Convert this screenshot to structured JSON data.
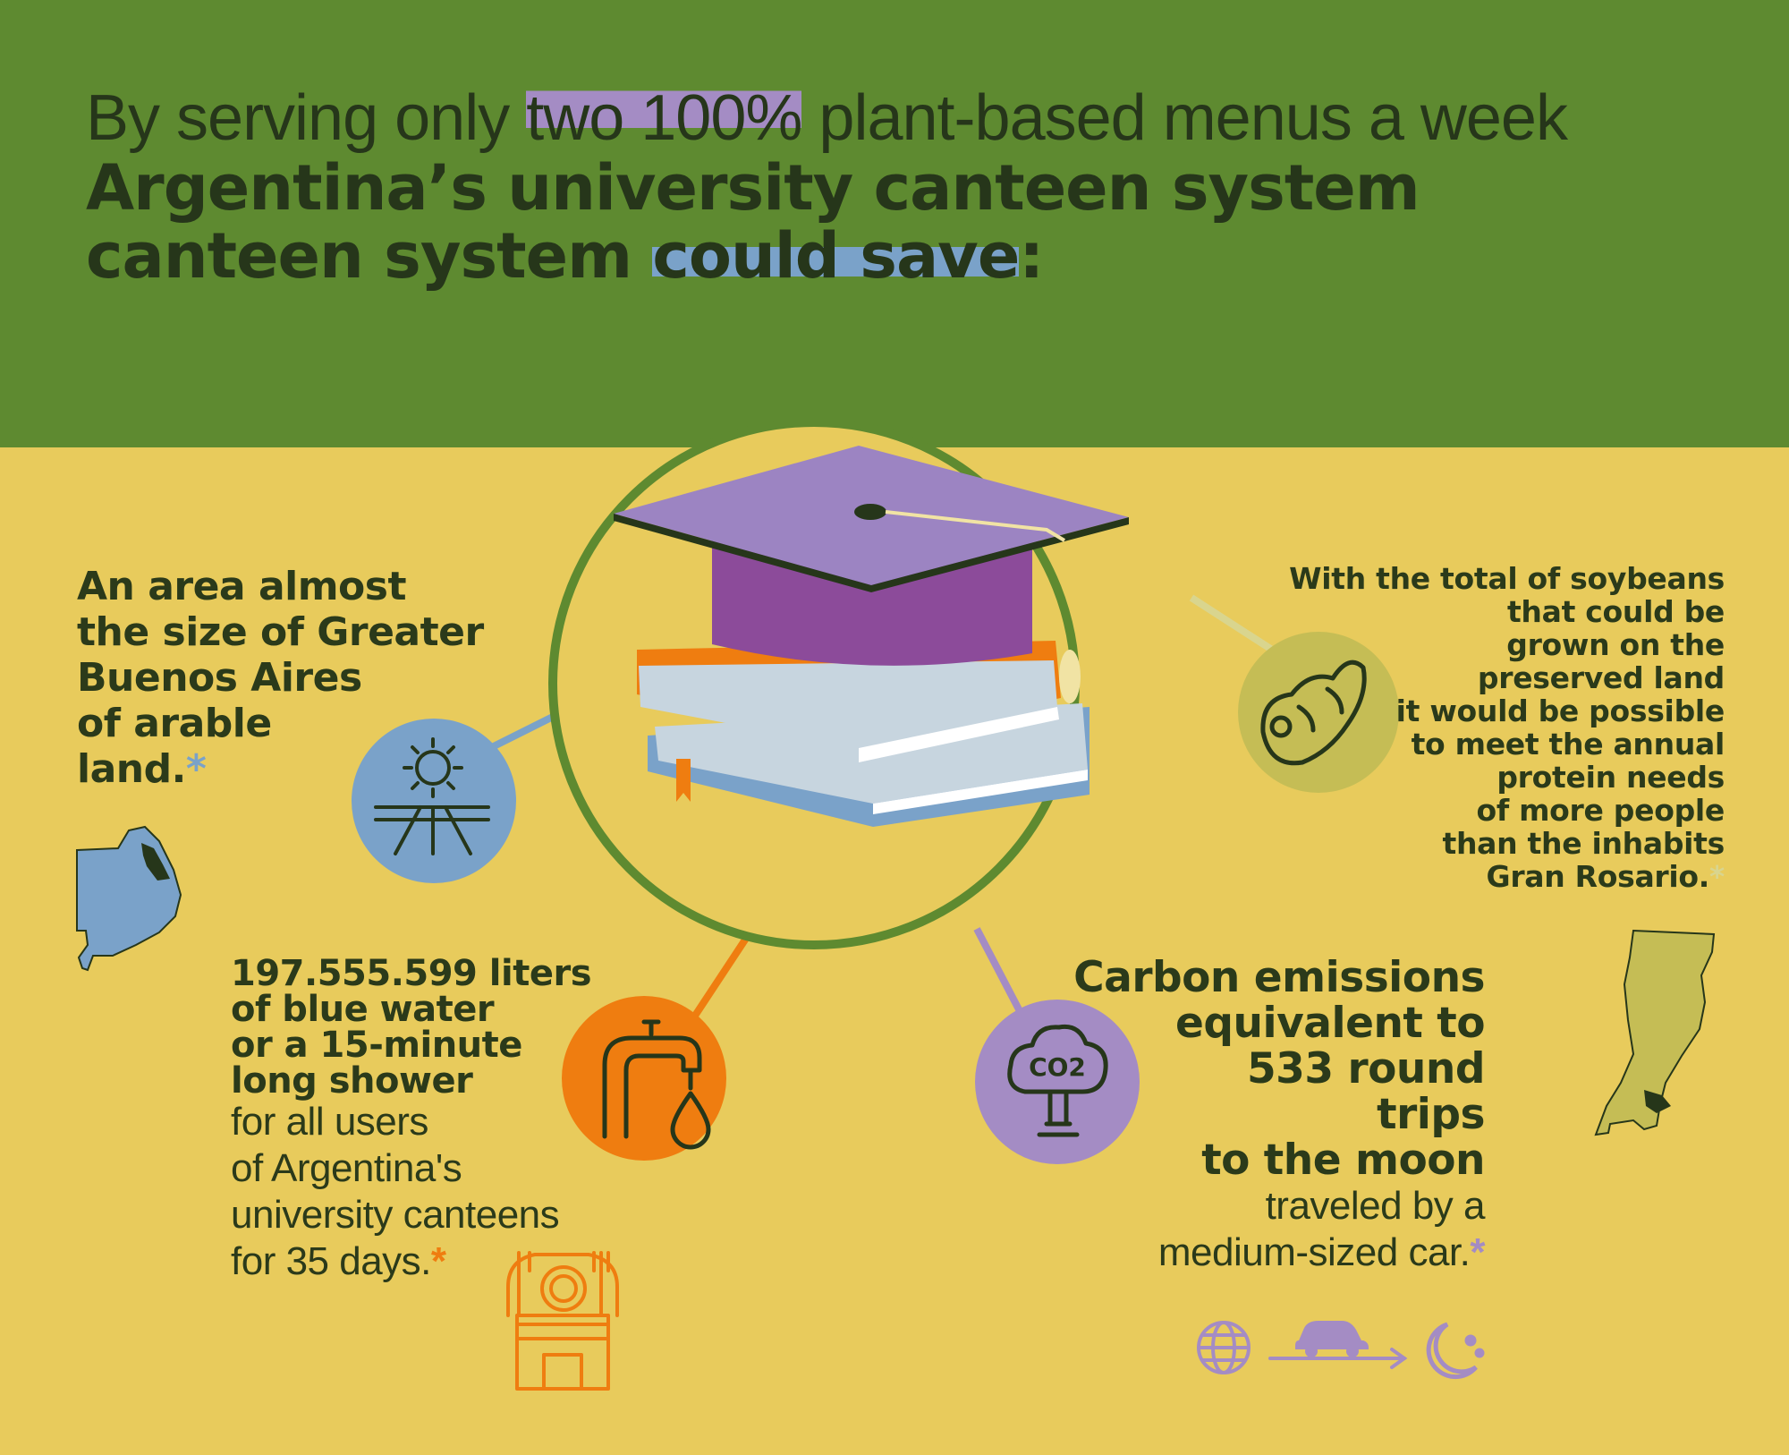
{
  "colors": {
    "background": "#e8cb5c",
    "top_band": "#5e8a30",
    "dark_text": "#26361a",
    "purple": "#a48cc4",
    "blue": "#7aa2c9",
    "orange": "#ef7d10",
    "olive": "#c5bd55"
  },
  "headline": {
    "line1_before": "By serving only ",
    "line1_highlight": "two 100%",
    "line1_after": " plant-based menus a week",
    "line2": "Argentina’s university canteen system",
    "line3_before": "canteen system ",
    "line3_highlight": "could save",
    "line3_after": ":"
  },
  "center": {
    "icon": "graduation-cap-books-icon"
  },
  "land": {
    "lines": [
      "An area almost",
      "the size of Greater",
      "Buenos Aires",
      "of arable",
      "land."
    ],
    "asterisk": "*",
    "icon": "sun-field-icon",
    "map_icon": "buenos-aires-province-map-icon"
  },
  "water": {
    "bold_lines": [
      "197.555.599 liters",
      "of blue water",
      "or a 15-minute",
      "long shower"
    ],
    "light_lines": [
      "for all users",
      "of Argentina's",
      "university canteens",
      "for 35 days."
    ],
    "asterisk": "*",
    "icon": "faucet-drop-icon",
    "canteen_icon": "canteen-store-icon"
  },
  "soy": {
    "lines": [
      "With the total of soybeans",
      "that could be",
      "grown on the",
      "preserved land",
      "it would be possible",
      "to meet the annual",
      "protein needs",
      "of more people",
      "than the inhabits",
      "Gran Rosario."
    ],
    "asterisk": "*",
    "icon": "soybean-pod-icon",
    "map_icon": "santa-fe-province-map-icon"
  },
  "carbon": {
    "bold_lines": [
      "Carbon emissions",
      "equivalent to",
      "533 round",
      "trips",
      "to the moon"
    ],
    "light_lines": [
      "traveled by a",
      "medium-sized car."
    ],
    "asterisk": "*",
    "icon": "co2-cloud-icon",
    "co2_label": "CO2",
    "trip_icons": [
      "globe-icon",
      "car-icon",
      "arrow-right-icon",
      "moon-icon"
    ]
  }
}
